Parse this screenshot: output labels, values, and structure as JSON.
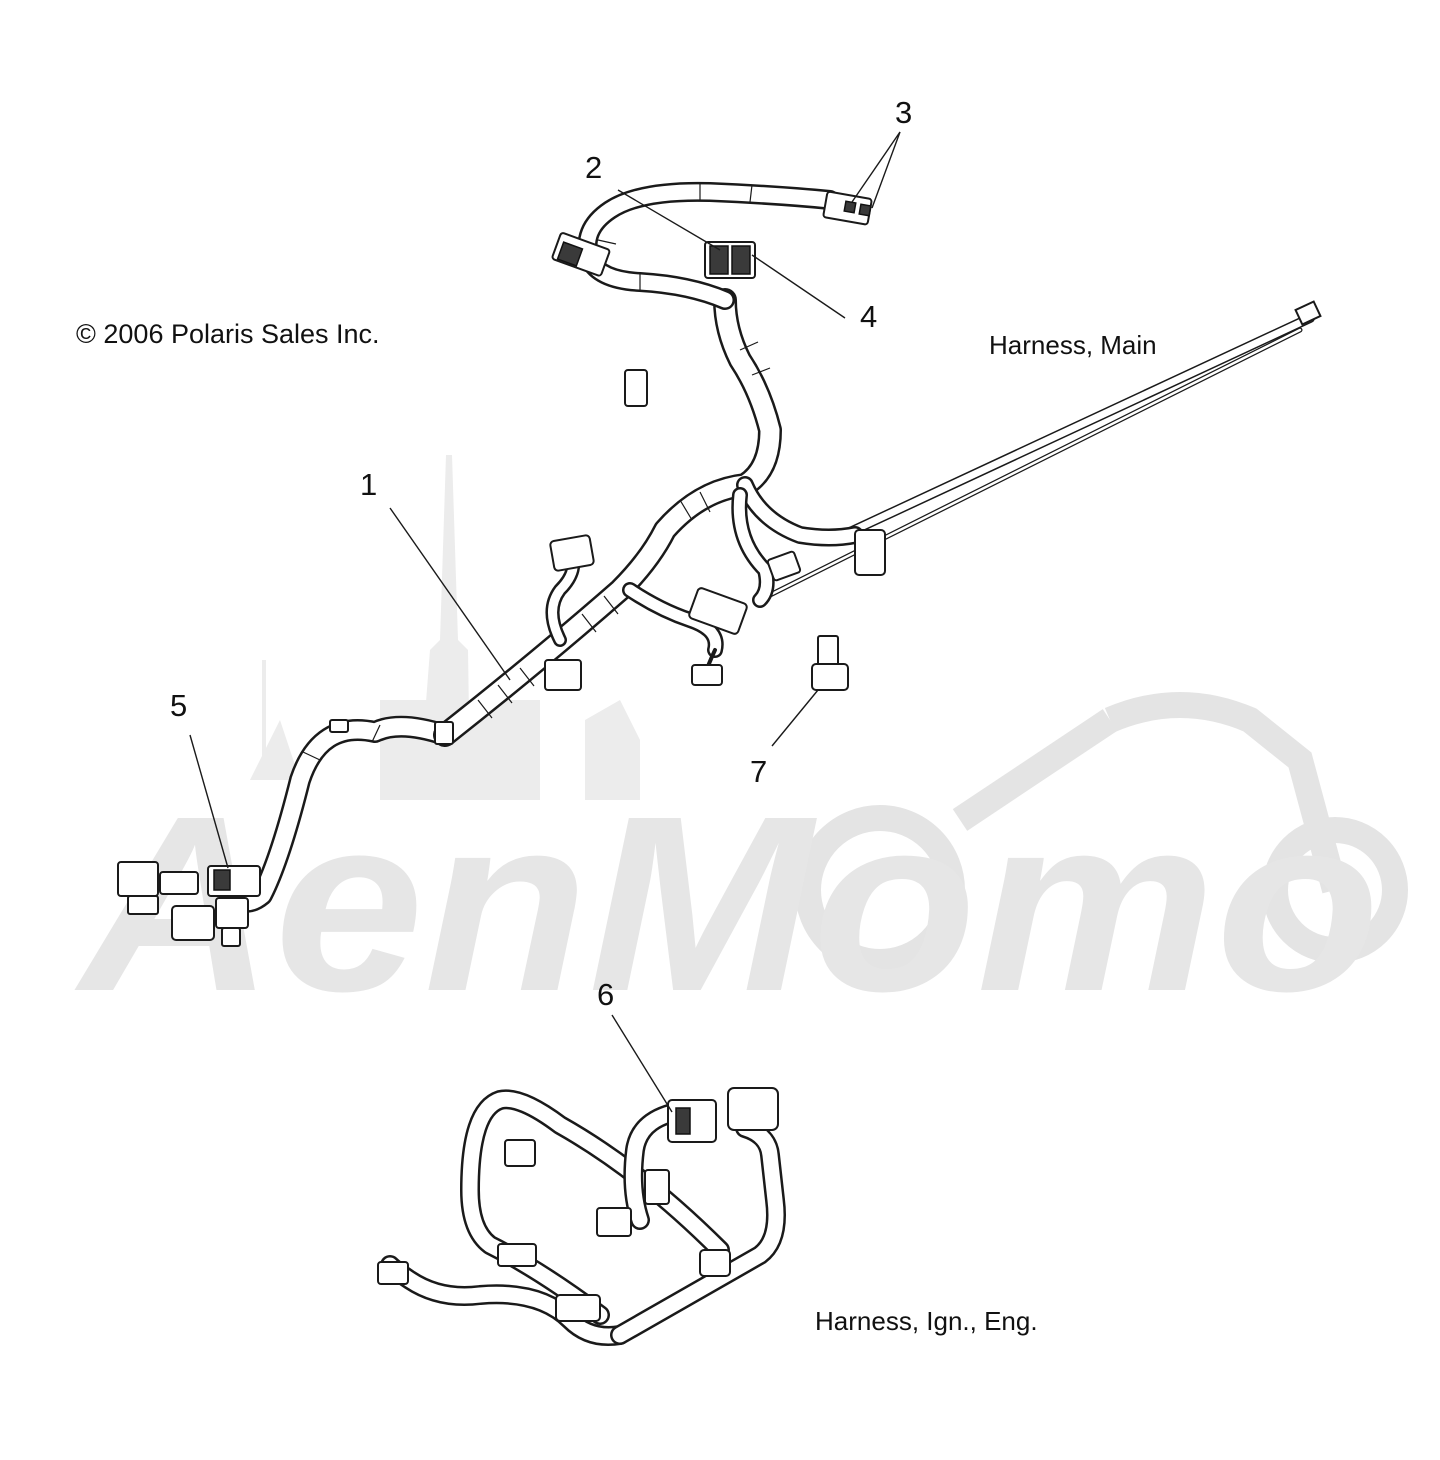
{
  "copyright": "© 2006 Polaris Sales Inc.",
  "watermark": "AenMomo",
  "captions": {
    "main_harness": "Harness, Main",
    "ign_harness": "Harness, Ign., Eng."
  },
  "callouts": [
    "1",
    "2",
    "3",
    "4",
    "5",
    "6",
    "7"
  ]
}
